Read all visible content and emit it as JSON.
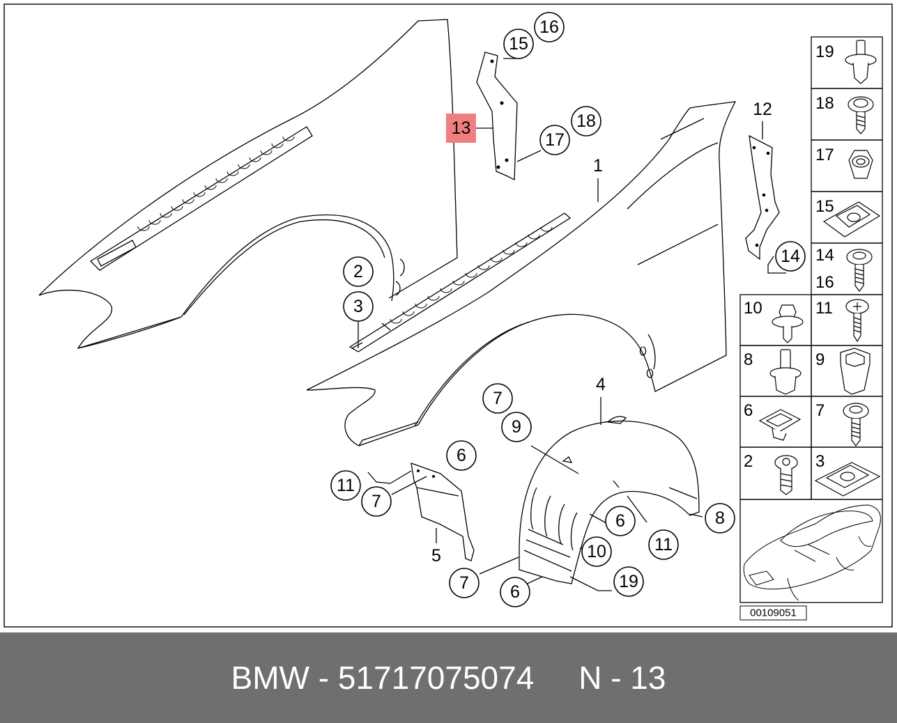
{
  "diagram": {
    "highlight_color": "#f08080",
    "callouts": {
      "c1": "1",
      "c2": "2",
      "c3": "3",
      "c4": "4",
      "c5": "5",
      "c6a": "6",
      "c6b": "6",
      "c6c": "6",
      "c7a": "7",
      "c7b": "7",
      "c7c": "7",
      "c8": "8",
      "c9": "9",
      "c10": "10",
      "c11a": "11",
      "c11b": "11",
      "c12": "12",
      "c13": "13",
      "c14": "14",
      "c15": "15",
      "c16": "16",
      "c17": "17",
      "c18": "18",
      "c19": "19"
    },
    "legend": {
      "r19": "19",
      "r18": "18",
      "r17": "17",
      "r15": "15",
      "r14": "14",
      "r16": "16",
      "r10": "10",
      "r11": "11",
      "r8": "8",
      "r9": "9",
      "r6": "6",
      "r7": "7",
      "r2": "2",
      "r3": "3"
    },
    "diagram_number": "00109051"
  },
  "footer": {
    "brand": "BMW",
    "separator": "-",
    "part_number": "51717075074",
    "position_label": "N - 13"
  }
}
